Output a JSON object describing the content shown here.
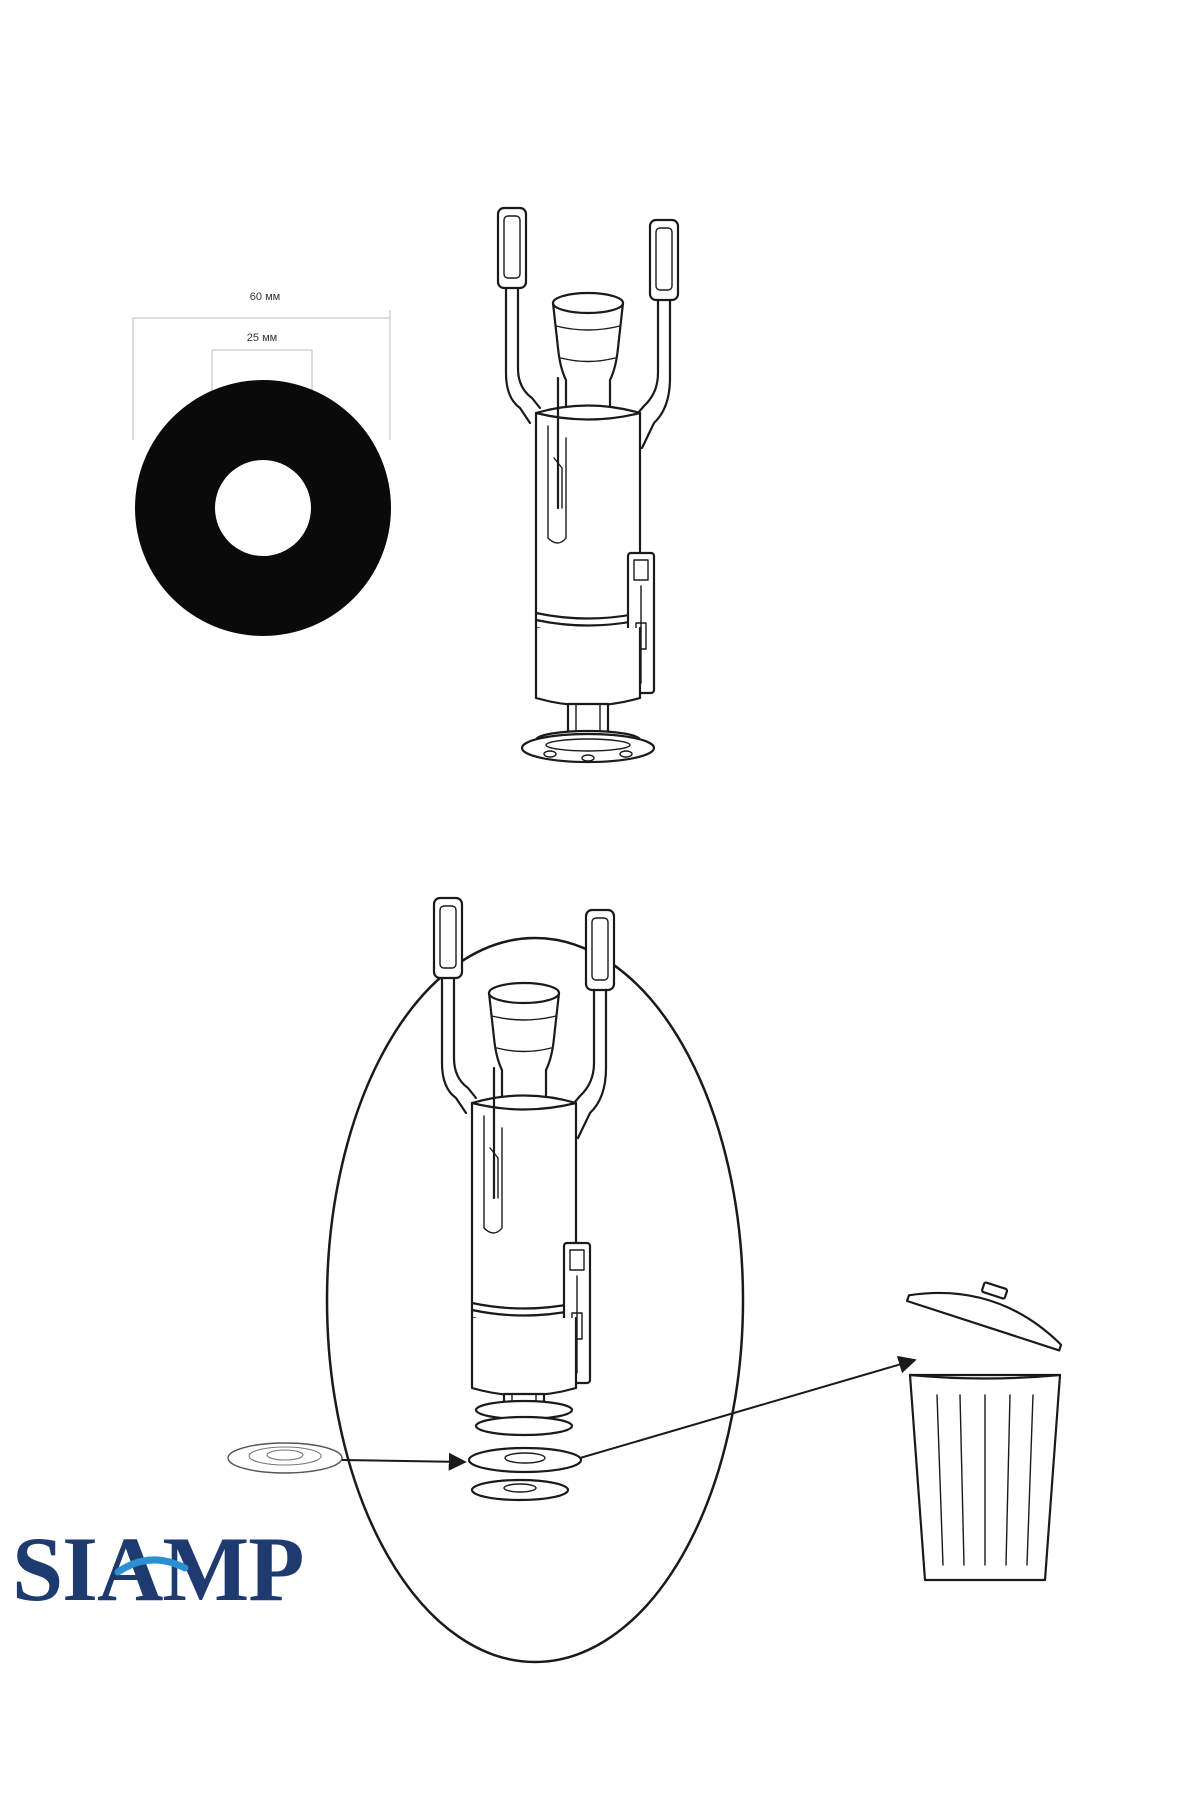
{
  "washer_diagram": {
    "outer_dimension": "60 мм",
    "inner_dimension": "25 мм"
  },
  "brand": {
    "logo_text": "SIAMP",
    "color": "#1e3a6e",
    "accent_color": "#2b8fd1"
  },
  "icons": {
    "trash": "trash-bin-icon",
    "arrow": "arrow-icon"
  }
}
